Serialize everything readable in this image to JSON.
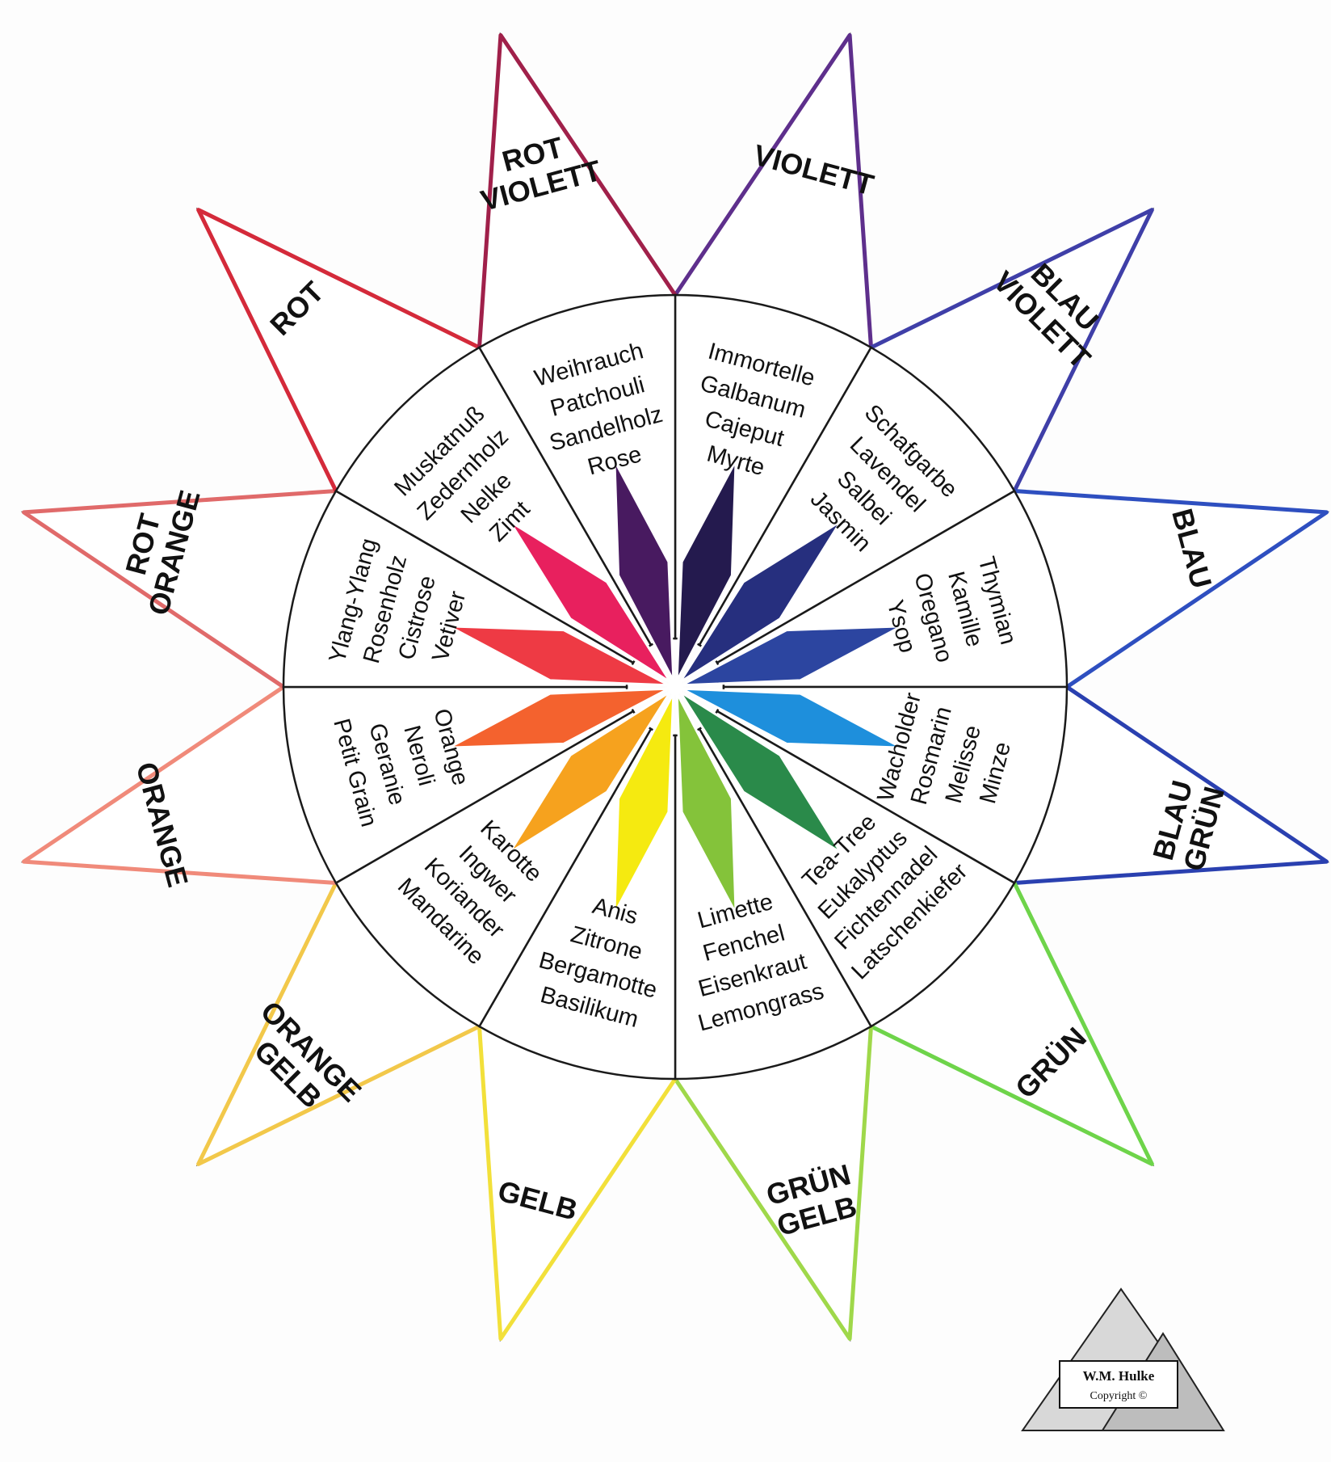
{
  "sectors": [
    {
      "point_label": [
        "VIOLETT"
      ],
      "oils": [
        "Immortelle",
        "Galbanum",
        "Cajeput",
        "Myrte"
      ],
      "color": "#5e2f8c",
      "petal_color": "#241a4e"
    },
    {
      "point_label": [
        "BLAU",
        "VIOLETT"
      ],
      "oils": [
        "Schafgarbe",
        "Lavendel",
        "Salbei",
        "Jasmin"
      ],
      "color": "#3f3fa8",
      "petal_color": "#262f7e"
    },
    {
      "point_label": [
        "BLAU"
      ],
      "oils": [
        "Thymian",
        "Kamille",
        "Oregano",
        "Ysop"
      ],
      "color": "#2e4fc0",
      "petal_color": "#2c45a0"
    },
    {
      "point_label": [
        "BLAU",
        "GRÜN"
      ],
      "oils": [
        "Wacholder",
        "Rosmarin",
        "Melisse",
        "Minze"
      ],
      "color": "#2a40b0",
      "petal_color": "#1e8fdc"
    },
    {
      "point_label": [
        "GRÜN"
      ],
      "oils": [
        "Tea-Tree",
        "Eukalyptus",
        "Fichtennadel",
        "Latschenkiefer"
      ],
      "color": "#6ed44a",
      "petal_color": "#2a8a4a"
    },
    {
      "point_label": [
        "GRÜN",
        "GELB"
      ],
      "oils": [
        "Limette",
        "Fenchel",
        "Eisenkraut",
        "Lemongrass"
      ],
      "color": "#9fd84a",
      "petal_color": "#84c33a"
    },
    {
      "point_label": [
        "GELB"
      ],
      "oils": [
        "Anis",
        "Zitrone",
        "Bergamotte",
        "Basilikum"
      ],
      "color": "#f2e03a",
      "petal_color": "#f5ea10"
    },
    {
      "point_label": [
        "ORANGE",
        "GELB"
      ],
      "oils": [
        "Karotte",
        "Ingwer",
        "Koriander",
        "Mandarine"
      ],
      "color": "#f2c84a",
      "petal_color": "#f6a21e"
    },
    {
      "point_label": [
        "ORANGE"
      ],
      "oils": [
        "Orange",
        "Neroli",
        "Geranie",
        "Petit Grain"
      ],
      "color": "#f08a7a",
      "petal_color": "#f4622e"
    },
    {
      "point_label": [
        "ROT",
        "ORANGE"
      ],
      "oils": [
        "Ylang-Ylang",
        "Rosenholz",
        "Cistrose",
        "Vetiver"
      ],
      "color": "#e06a6a",
      "petal_color": "#ee3a44"
    },
    {
      "point_label": [
        "ROT"
      ],
      "oils": [
        "Muskatnuß",
        "Zedernholz",
        "Nelke",
        "Zimt"
      ],
      "color": "#d42a3a",
      "petal_color": "#e8205e"
    },
    {
      "point_label": [
        "ROT",
        "VIOLETT"
      ],
      "oils": [
        "Weihrauch",
        "Patchouli",
        "Sandelholz",
        "Rose"
      ],
      "color": "#a0204a",
      "petal_color": "#481a60"
    }
  ],
  "logo": {
    "name": "W.M. Hulke",
    "copyright": "Copyright ©"
  }
}
